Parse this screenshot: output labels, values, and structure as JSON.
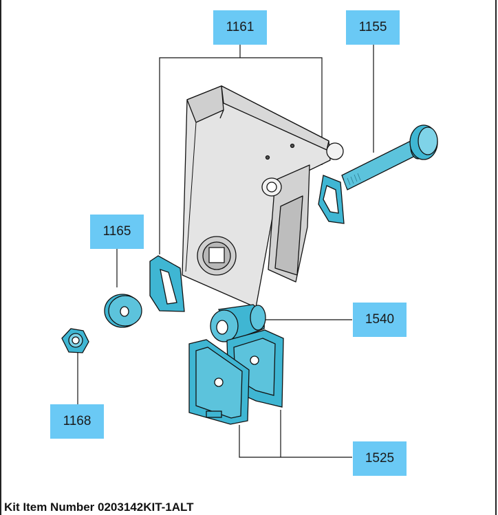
{
  "callouts": {
    "c1161": "1161",
    "c1155": "1155",
    "c1165": "1165",
    "c1540": "1540",
    "c1168": "1168",
    "c1525": "1525"
  },
  "caption": "Kit Item Number 0203142KIT-1ALT",
  "colors": {
    "callout_bg": "#6ac9f5",
    "part_highlight": "#3fb6d3",
    "housing": "#e4e4e4",
    "outline": "#111111"
  }
}
